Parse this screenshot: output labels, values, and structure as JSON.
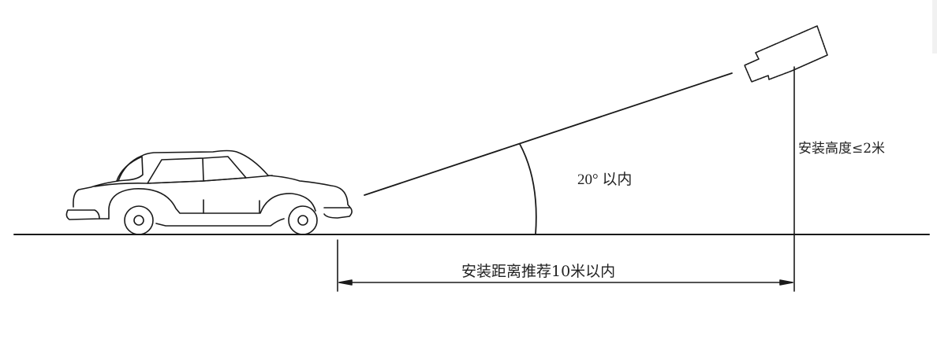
{
  "diagram": {
    "title": "",
    "angle_label": "20°  以内",
    "height_label": "安装高度≤2米",
    "distance_label": "安装距离推荐10米以内",
    "elements": {
      "vehicle": "car-icon",
      "camera": "camera-icon",
      "ground": "ground-line",
      "sight_line": "camera-sight-line",
      "angle_arc": "angle-arc",
      "height_line": "mount-pole-line",
      "distance_dimension": "distance-dimension-arrow"
    },
    "colors": {
      "line": "#1a1a1a",
      "background": "#ffffff"
    }
  }
}
